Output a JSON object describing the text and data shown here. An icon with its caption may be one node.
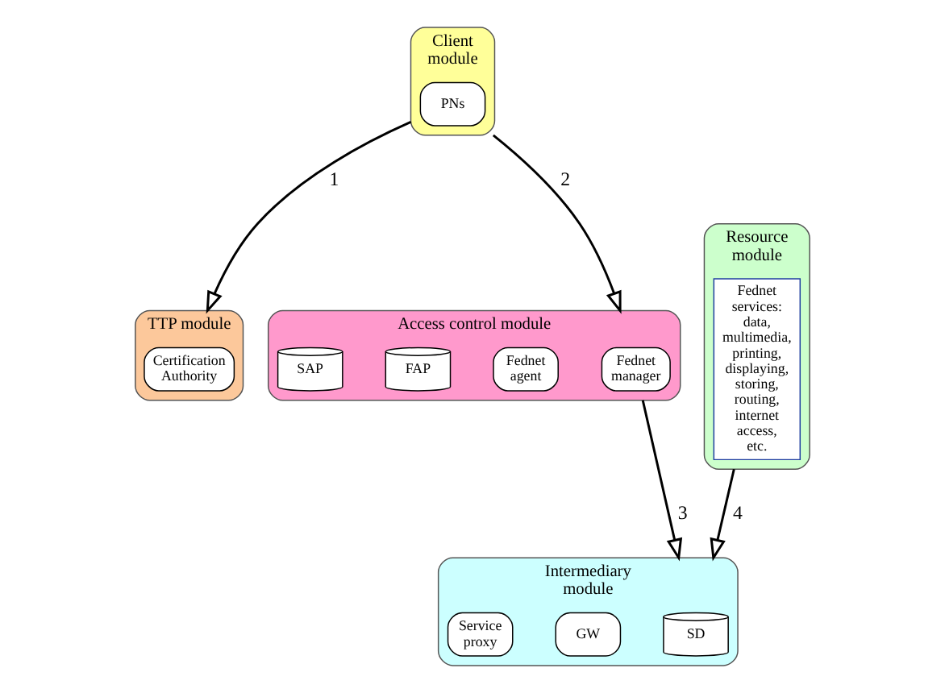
{
  "diagram": {
    "nodes": [
      {
        "text": [
          "TTP module"
        ]
      },
      {
        "text": [
          "Certification Authority"
        ],
        "in": 0
      },
      {
        "text": [
          "Client module"
        ]
      },
      {
        "text": [
          "PNs"
        ],
        "in": 2
      },
      {
        "text": [
          "Access control module"
        ]
      },
      {
        "text": [
          "Fednet manager"
        ],
        "in": 4
      },
      {
        "text": [
          "Fednet agent"
        ],
        "in": 4
      },
      {
        "text": [
          "FAP"
        ],
        "in": 4
      },
      {
        "text": [
          "SAP"
        ],
        "in": 4
      },
      {
        "text": [
          "Resource module"
        ]
      },
      {
        "text": [
          "Fednet services: data, multimedia, printing, displaying, storing, routing, internet access, etc."
        ],
        "in": 9
      },
      {
        "text": [
          "Intermediary module"
        ]
      },
      {
        "text": [
          "SD"
        ],
        "in": 11
      },
      {
        "text": [
          "GW"
        ],
        "in": 11
      },
      {
        "text": [
          "Service proxy"
        ],
        "in": 11
      }
    ],
    "edges": [
      {
        "from": 2,
        "to": 0,
        "arrow": "to",
        "label": "1"
      },
      {
        "from": 2,
        "to": 4,
        "arrow": "to",
        "label": "2"
      },
      {
        "from": 4,
        "to": 11,
        "arrow": "to",
        "label": "3"
      },
      {
        "from": 9,
        "to": 11,
        "arrow": "to",
        "label": "4"
      }
    ]
  }
}
